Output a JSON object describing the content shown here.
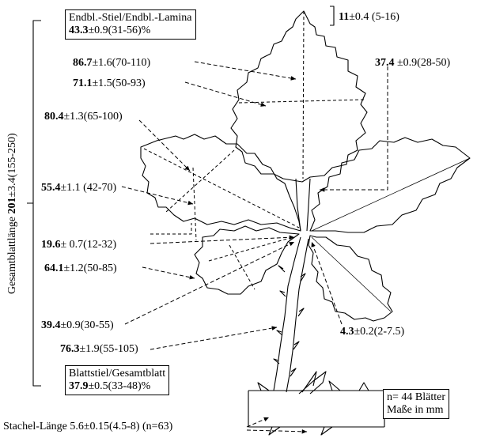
{
  "diagram": {
    "total_length": {
      "prefix": "Gesamtblattlänge ",
      "value": "201",
      "rest": "±3.4(155-250)"
    },
    "terminal_ratio": {
      "line1": "Endbl.-Stiel/Endbl.-Lamina",
      "value": "43.3",
      "rest": "±0.9(31-56)%"
    },
    "tip": {
      "value": "11",
      "rest": "±0.4 (5-16)"
    },
    "m1": {
      "value": "86.7",
      "rest": "±1.6(70-110)"
    },
    "m2": {
      "value": "37.4",
      "rest": " ±0.9(28-50)"
    },
    "m3": {
      "value": "71.1",
      "rest": "±1.5(50-93)"
    },
    "m4": {
      "value": "80.4",
      "rest": "±1.3(65-100)"
    },
    "m5": {
      "value": "55.4",
      "rest": "±1.1 (42-70)"
    },
    "m6": {
      "value": "19.6",
      "rest": "± 0.7(12-32)"
    },
    "m7": {
      "value": "64.1",
      "rest": "±1.2(50-85)"
    },
    "m8": {
      "value": "39.4",
      "rest": "±0.9(30-55)"
    },
    "m9": {
      "value": "4.3",
      "rest": "±0.2(2-7.5)"
    },
    "m10": {
      "value": "76.3",
      "rest": "±1.9(55-105)"
    },
    "petiole_ratio": {
      "line1": "Blattstiel/Gesamtblatt",
      "value": "37.9",
      "rest": "±0.5(33-48)%"
    },
    "spine": {
      "text": "Stachel-Länge 5.6±0.15(4.5-8) (n=63)"
    },
    "legend": {
      "n": "n= 44 Blätter",
      "units": "Maße in mm"
    }
  }
}
